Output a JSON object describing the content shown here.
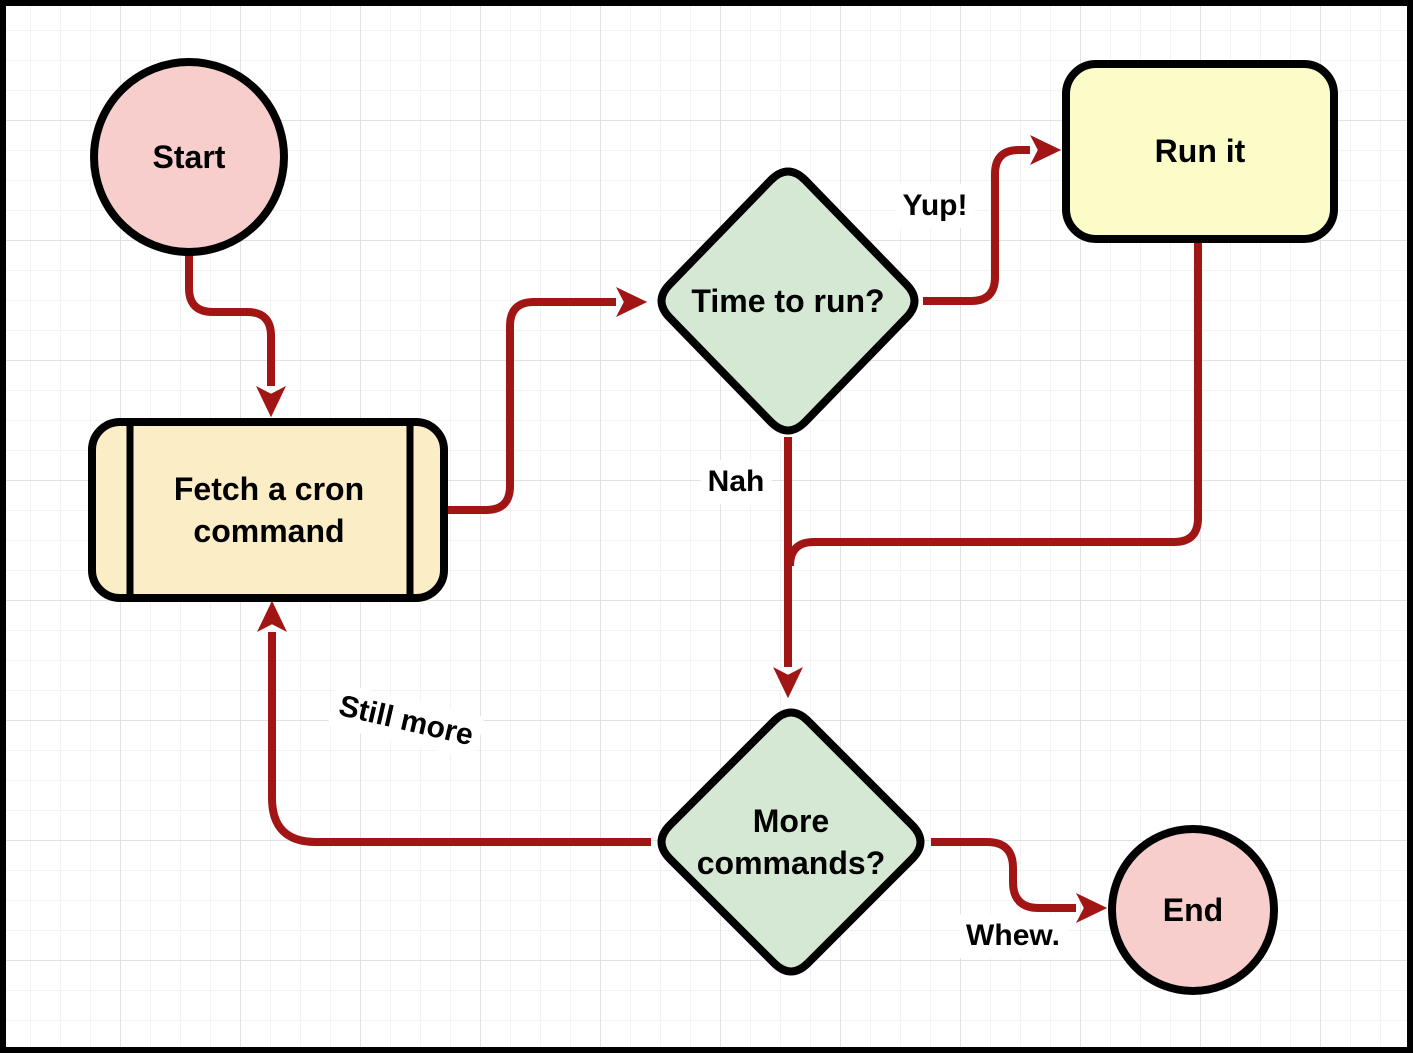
{
  "nodes": {
    "start": {
      "label": "Start",
      "shape": "terminal-circle"
    },
    "fetch": {
      "label": "Fetch a cron command",
      "shape": "predefined-process"
    },
    "time_to_run": {
      "label": "Time to run?",
      "shape": "decision-diamond"
    },
    "run_it": {
      "label": "Run it",
      "shape": "rounded-rectangle"
    },
    "more_commands": {
      "label": "More commands?",
      "shape": "decision-diamond"
    },
    "end": {
      "label": "End",
      "shape": "terminal-circle"
    }
  },
  "edge_labels": {
    "yup": "Yup!",
    "nah": "Nah",
    "still_more": "Still more",
    "whew": "Whew."
  },
  "colors": {
    "terminal_fill": "#F8CECC",
    "decision_fill": "#D5E8D4",
    "process_fill": "#FBEDC5",
    "action_fill": "#FCFCC8",
    "edge_color": "#A11515",
    "node_border": "#000000"
  }
}
